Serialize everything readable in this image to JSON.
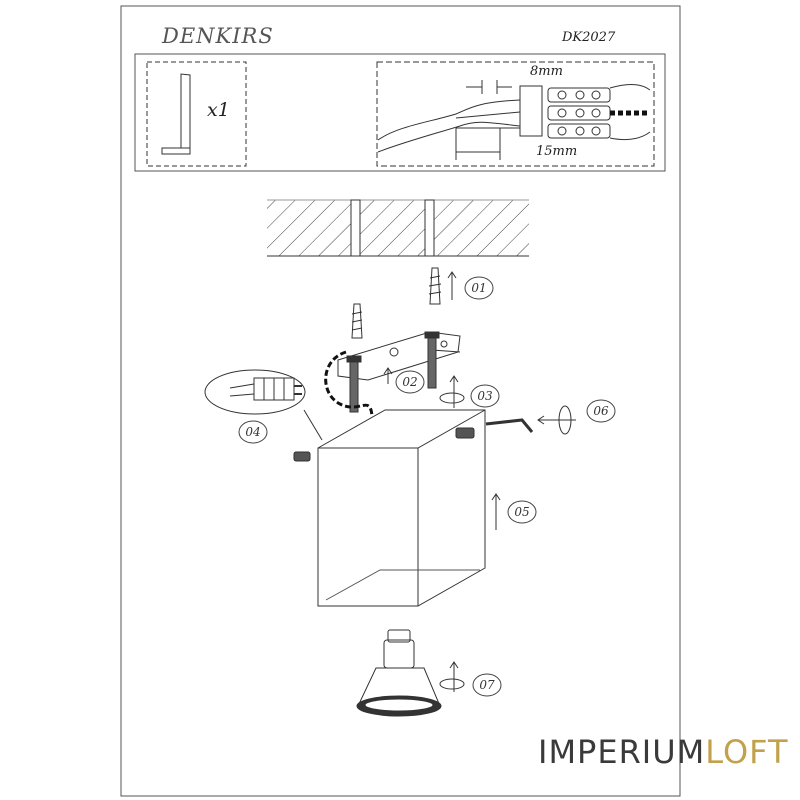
{
  "header": {
    "brand": "DENKIRS",
    "model": "DK2027"
  },
  "hex_key": {
    "quantity": "x1"
  },
  "wiring": {
    "strip_length": "8mm",
    "insulation_length": "15mm"
  },
  "steps": [
    "01",
    "02",
    "03",
    "04",
    "05",
    "06",
    "07"
  ],
  "watermark": {
    "part1": "IMPERIUM",
    "part2": "LOFT"
  }
}
